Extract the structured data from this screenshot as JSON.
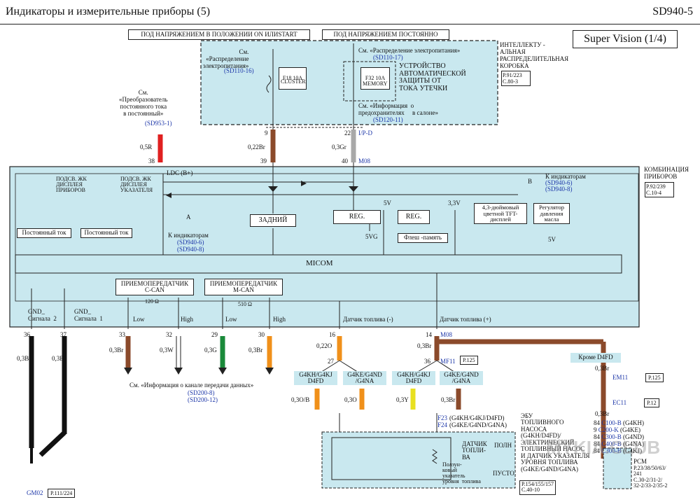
{
  "header": {
    "title": "Индикаторы     и измерительные      приборы   (5)",
    "code": "SD940-5"
  },
  "badge": "Super Vision (1/4)",
  "power": {
    "on_start": "ПОД НАПРЯЖЕНИЕМ  В ПОЛОЖЕНИИ ON  ИЛИSTART",
    "constant": "ПОД НАПРЯЖЕНИЕМ  ПОСТОЯННО"
  },
  "junction": {
    "title": "ИНТЕЛЛЕКТУ -\nАЛЬНАЯ\nРАСПРЕДЕЛИТЕЛЬНАЯ\nКОРОБКА",
    "ref": "P.91/223\nC.80-3",
    "see_power_left": "См.\n«Распределение\nэлектропитания»",
    "see_power_left_code": "(SD110-16)",
    "fuse1": "F18 10A",
    "fuse1_name": "CLUSTER",
    "fuse2": "F32 10A",
    "fuse2_name": "MEMORY",
    "see_power_right": "См. «Распределение      электропитания»",
    "see_power_right_code": "(SD110-17)",
    "leak": "УСТРОЙСТВО\nАВТОМАТИЧЕСКОЙ\nЗАЩИТЫ ОТ\nТОКА УТЕЧКИ",
    "see_fuses": "См. «Информация  о\nпредохранителях     в салоне»",
    "see_fuses_code": "(SD120-11)"
  },
  "converter": {
    "text": "См.\n«Преобразователь\nпостоянного тока\nв постоянный»",
    "code": "(SD953-1)"
  },
  "wires_top": [
    {
      "pin": "38",
      "gauge": "0,5R",
      "color": "#e02020"
    },
    {
      "pin": "9",
      "pin2": "39",
      "gauge": "0,22Br",
      "color": "#8b4a2b"
    },
    {
      "pin": "22",
      "pin2": "40",
      "gauge": "0,3Gr",
      "color": "#a8a8a8"
    }
  ],
  "connector_ip": "I/P-D",
  "connector_m08": "M08",
  "cluster": {
    "title": "КОМБИНАЦИЯ\nПРИБОРОВ",
    "ref": "P.92/239\nC.10-4",
    "ldc": "LDC (B+)",
    "backlight1": "ПОДСВ. ЖК\nДИСПЛЕЯ\nПРИБОРОВ",
    "backlight2": "ПОДСВ. ЖК\nДИСПЛЕЯ\nУКАЗАТЕЛЯ",
    "const1": "Постоянный  ток",
    "const2": "Постоянный  ток",
    "ind_a": "A",
    "ind_a_text": "К индикаторам",
    "ind_a_code1": "(SD940-6)",
    "ind_a_code2": "(SD940-8)",
    "ind_b": "B",
    "ind_b_text": "К индикаторам",
    "ind_b_code1": "(SD940-6)",
    "ind_b_code2": "(SD940-8)",
    "rear": "ЗАДНИЙ",
    "reg1": "REG.",
    "reg2": "REG.",
    "v5": "5V",
    "v33": "3,3V",
    "v5g": "5VG",
    "v5b": "5V",
    "tft": "4,3-дюймовый\nцветной TFT-\nдисплей",
    "oil": "Регулятор\nдавления\nмасла",
    "flash": "Флеш -память",
    "micom": "MICOM",
    "ccan": "ПРИЕМОПЕРЕДАТЧИК\nC-CAN",
    "mcan": "ПРИЕМОПЕРЕДАТЧИК\nM-CAN",
    "r120": "120 Ω",
    "r510": "510 Ω",
    "low1": "Low",
    "high1": "High",
    "low2": "Low",
    "high2": "High",
    "gnd_sig2": "GND_\nСигнала  2",
    "gnd_sig1": "GND_\nСигнала  1",
    "fuel_minus": "Датчик  топлива (-)",
    "fuel_plus": "Датчик  топлива (+)"
  },
  "bottom_wires": [
    {
      "pin": "36",
      "gauge": "0,3B",
      "color": "#111"
    },
    {
      "pin": "37",
      "gauge": "0,3B",
      "color": "#111"
    },
    {
      "pin": "33",
      "gauge": "0,3Br",
      "color": "#8b4a2b"
    },
    {
      "pin": "32",
      "gauge": "0,3W",
      "color": "#fff"
    },
    {
      "pin": "29",
      "gauge": "0,3G",
      "color": "#1a8a3a"
    },
    {
      "pin": "30",
      "gauge": "0,3Br",
      "color": "#f0901a"
    },
    {
      "pin": "16",
      "pin2": "27",
      "gauge": "0,22O",
      "color": "#f0901a"
    },
    {
      "pin": "14",
      "pin2": "36",
      "gauge": "0,3Br",
      "color": "#8b4a2b"
    }
  ],
  "can_info": "См. «Информация  о канале  передачи  данных»",
  "can_codes": "(SD200-8)\n(SD200-12)",
  "mf11": "MF11",
  "mf11_ref": "P.125",
  "variants": {
    "a": "G4KH/G4KJ\nD4FD",
    "b": "G4KE/G4ND\n/G4NA",
    "c": "G4KH/G4KJ\nD4FD",
    "d": "G4KE/G4ND\n/G4NA"
  },
  "var_wires": {
    "w1": "0,3O/B",
    "w2": "0,3O",
    "w3": "0,3Y",
    "w4": "0,3Br"
  },
  "f23": "F23",
  "f23_text": "(G4KH/G4KJ/D4FD)",
  "f24": "F24",
  "f24_text": "(G4KE/G4ND/G4NA)",
  "ecu_label": "ЭБУ\nТОПЛИВНОГО\nНАСОСА\n(G4KH/D4FD)/\nЭЛЕКТРИЧЕСКИЙ\nТОПЛИВНЫЙ НАСОС\nИ ДАТЧИК УКАЗАТЕЛЯ\nУРОВНЯ ТОПЛИВА\n(G4KE/G4ND/G4NA)",
  "ecu_ref": "P.154/155/157\nC.40-10",
  "sensor": {
    "title": "ДАТЧИК\nТОПЛИ-\nВА",
    "full": "ПОЛН",
    "empty": "ПУСТО",
    "slider": "Ползун-\nковый\nуказатель\nуровня  топлива"
  },
  "except": "Кроме D4FD",
  "em11": "EM11",
  "em11_ref": "P.125",
  "ec11": "EC11",
  "ec11_ref": "P.12",
  "right_wire": "0,3Br",
  "pcm": {
    "name": "PCM",
    "ref": "P.23/38/50/63/\n241\nC.30-2/31-2/\n32-2/33-2/35-2",
    "pins": [
      [
        "84",
        "C100-B",
        "(G4KH)"
      ],
      [
        "9",
        "C200-K",
        "(G4KE)"
      ],
      [
        "84",
        "C300-B",
        "(G4ND)"
      ],
      [
        "84",
        "C400-B",
        "(G4NA)"
      ],
      [
        "84",
        "C300-B",
        "(G4KJ)"
      ]
    ]
  },
  "ground": "GM02",
  "ground_ref": "P.111/224",
  "watermark": "MYKIA.CLUB"
}
